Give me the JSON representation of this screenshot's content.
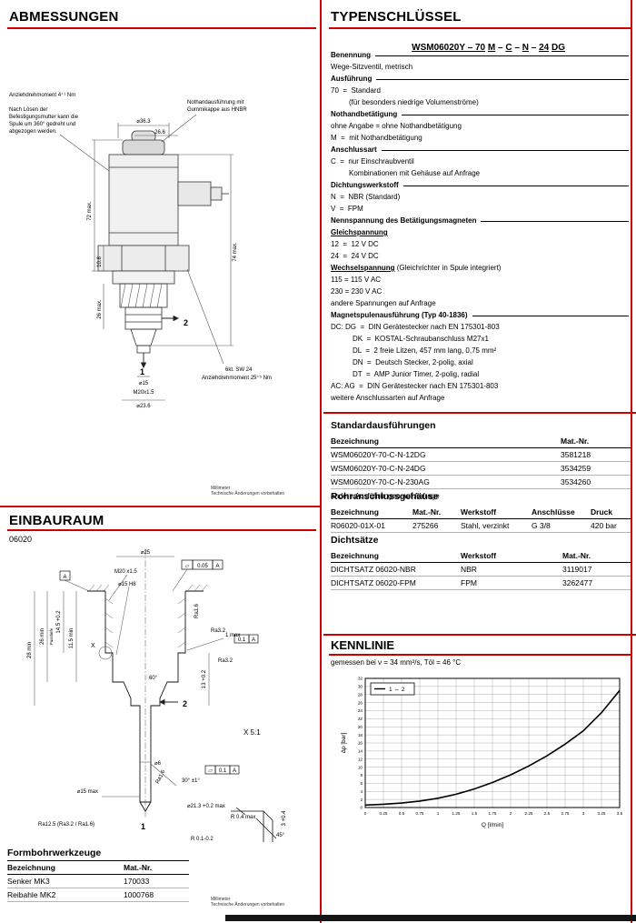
{
  "meta": {
    "accent_red": "#cc0000"
  },
  "left": {
    "abmessungen": {
      "title": "ABMESSUNGEN",
      "labels": {
        "torque_top": "Anziehdrehmoment 4⁺¹ Nm",
        "note_l1": "Nach Lösen der",
        "note_l2": "Befestigungsmutter kann die",
        "note_l3": "Spule um 360° gedreht und",
        "note_l4": "abgezogen werden.",
        "nothand_l1": "Nothandausführung mit",
        "nothand_l2": "Gummikappe aus HNBR",
        "dia_363": "⌀36.3",
        "dim_266": "26.6",
        "h72": "72 max.",
        "h74": "74 max.",
        "h108": "10.8",
        "h26": "26 max.",
        "port2": "2",
        "port1": "1",
        "dia_15": "⌀15",
        "thread": "M20x1.5",
        "dia_236": "⌀23.6",
        "hex_l1": "6kt. SW 24",
        "hex_l2": "Anziehdrehmoment 25⁺⁵ Nm"
      },
      "footnote_l1": "Millimeter",
      "footnote_l2": "Technische Änderungen vorbehalten"
    },
    "einbauraum": {
      "title": "EINBAURAUM",
      "type_code": "06020",
      "labels": {
        "d25": "⌀25",
        "thread": "M20 x1.5",
        "d15h8": "⌀15 H8",
        "flat_sym1": "▱",
        "flat_val1": "0.05",
        "flat_ref1": "A",
        "datumA": "A",
        "ra16_top": "Ra1.6",
        "ra32_a": "Ra3.2",
        "ra32_b": "Ra3.2",
        "detail_x": "X",
        "deg60": "60°",
        "min28": "28 min",
        "min26": "26 min",
        "passtiefe": "Passtiefe",
        "d145": "14.5 +0.2",
        "d115": "11.5 min",
        "d13": "13 +0.2",
        "max1": "1 max",
        "flat_val2": "0.1",
        "flat_ref2": "A",
        "d6": "⌀6",
        "port2": "2",
        "port1": "1",
        "d15max": "⌀15 max",
        "ra16_stem": "Ra1.6",
        "deg30": "30° ±1°",
        "flat_sym3": "▱",
        "flat_val3": "0.1",
        "flat_ref3": "A",
        "d213": "⌀21.3 +0.2 max",
        "ra125": "Ra12.5 (Ra3.2 / Ra1.6)",
        "r04": "R 0.4 max",
        "r0102": "R 0.1-0.2",
        "deg45": "45°",
        "d3": "3 +0.4",
        "detail_scale": "X 5:1"
      },
      "footnote_l1": "Millimeter",
      "footnote_l2": "Technische Änderungen vorbehalten"
    },
    "formbohrwerkzeuge": {
      "title": "Formbohrwerkzeuge",
      "headers": [
        "Bezeichnung",
        "Mat.-Nr."
      ],
      "rows": [
        [
          "Senker MK3",
          "170033"
        ],
        [
          "Reibahle MK2",
          "1000768"
        ]
      ]
    }
  },
  "right": {
    "typenschluessel": {
      "title": "TYPENSCHLÜSSEL",
      "code_parts": [
        {
          "t": "WSM06020Y – 70",
          "u": 1
        },
        {
          "t": " ",
          "u": 0
        },
        {
          "t": "M",
          "u": 1
        },
        {
          "t": " – ",
          "u": 0
        },
        {
          "t": "C",
          "u": 1
        },
        {
          "t": " – ",
          "u": 0
        },
        {
          "t": "N",
          "u": 1
        },
        {
          "t": " – ",
          "u": 0
        },
        {
          "t": "24",
          "u": 1
        },
        {
          "t": " ",
          "u": 0
        },
        {
          "t": "DG",
          "u": 1
        }
      ],
      "lines": [
        {
          "t": "Benennung"
        },
        {
          "t": "Wege-Sitzventil, metrisch"
        },
        {
          "t": "Ausführung"
        },
        {
          "t": "70  =  Standard"
        },
        {
          "t": "(für besonders niedrige Volumenströme)"
        },
        {
          "t": "Nothandbetätigung"
        },
        {
          "t": "ohne Angabe = ohne Nothandbetätigung"
        },
        {
          "t": "M  =  mit Nothandbetätigung"
        },
        {
          "t": "Anschlussart"
        },
        {
          "t": "C  =  nur Einschraubventil"
        },
        {
          "t": "Kombinationen mit Gehäuse auf Anfrage"
        },
        {
          "t": "Dichtungswerkstoff"
        },
        {
          "t": "N  =  NBR (Standard)"
        },
        {
          "t": "V  =  FPM"
        },
        {
          "t": "Nennspannung des Betätigungsmagneten"
        },
        {
          "t": "Gleichspannung",
          "rest": ""
        },
        {
          "t": "12  =  12 V DC"
        },
        {
          "t": "24  =  24 V DC"
        },
        {
          "t": "Wechselspannung",
          "rest": " (Gleichrichter in Spule integriert)"
        },
        {
          "t": "115 = 115 V AC"
        },
        {
          "t": "230 = 230 V AC"
        },
        {
          "t": "andere Spannungen auf Anfrage"
        },
        {
          "t": "Magnetspulenausführung (Typ 40-1836)"
        },
        {
          "t": "DC: DG  =  DIN Gerätestecker nach EN 175301-803"
        },
        {
          "t": "DK  =  KOSTAL-Schraubanschluss M27x1"
        },
        {
          "t": "DL  =  2 freie Litzen, 457 mm lang, 0,75 mm²"
        },
        {
          "t": "DN  =  Deutsch Stecker, 2-polig, axial"
        },
        {
          "t": "DT  =  AMP Junior Timer, 2-polig, radial"
        },
        {
          "t": "AC: AG  =  DIN Gerätestecker nach EN 175301-803"
        },
        {
          "t": "weitere Anschlussarten auf Anfrage"
        }
      ]
    },
    "standard": {
      "title": "Standardausführungen",
      "headers": [
        "Bezeichnung",
        "Mat.-Nr."
      ],
      "rows": [
        [
          "WSM06020Y-70-C-N-12DG",
          "3581218"
        ],
        [
          "WSM06020Y-70-C-N-24DG",
          "3534259"
        ],
        [
          "WSM06020Y-70-C-N-230AG",
          "3534260"
        ]
      ],
      "note": "andere Ausführungen auf Anfrage"
    },
    "rohranschluss": {
      "title": "Rohranschlussgehäuse",
      "headers": [
        "Bezeichnung",
        "Mat.-Nr.",
        "Werkstoff",
        "Anschlüsse",
        "Druck"
      ],
      "rows": [
        [
          "R06020-01X-01",
          "275266",
          "Stahl, verzinkt",
          "G 3/8",
          "420 bar"
        ]
      ]
    },
    "dichtsaetze": {
      "title": "Dichtsätze",
      "headers": [
        "Bezeichnung",
        "Werkstoff",
        "Mat.-Nr."
      ],
      "rows": [
        [
          "DICHTSATZ 06020-NBR",
          "NBR",
          "3119017"
        ],
        [
          "DICHTSATZ 06020-FPM",
          "FPM",
          "3262477"
        ]
      ]
    },
    "kennlinie": {
      "title": "KENNLINIE",
      "subtitle": "gemessen bei ν = 34 mm²/s, Töl = 46 °C"
    }
  },
  "chart_data": {
    "type": "line",
    "title": "KENNLINIE",
    "subtitle": "gemessen bei ν = 34 mm²/s, Töl = 46 °C",
    "xlabel": "Q [l/min]",
    "ylabel": "Δp [bar]",
    "xlim": [
      0,
      3.5
    ],
    "ylim": [
      0,
      32
    ],
    "x_minor": 0.25,
    "y_minor": 2,
    "x_ticks": [
      0,
      0.25,
      0.5,
      0.75,
      1,
      1.25,
      1.5,
      1.75,
      2,
      2.25,
      2.5,
      2.75,
      3,
      3.25,
      3.5
    ],
    "y_ticks": [
      0,
      2,
      4,
      6,
      8,
      10,
      12,
      14,
      16,
      18,
      20,
      22,
      24,
      26,
      28,
      30,
      32
    ],
    "grid": true,
    "legend": [
      "1 ⇔ 2"
    ],
    "legend_position": "top-left",
    "series": [
      {
        "name": "1 ⇔ 2",
        "x": [
          0,
          0.25,
          0.5,
          0.75,
          1,
          1.25,
          1.5,
          1.75,
          2,
          2.25,
          2.5,
          2.75,
          3,
          3.25,
          3.5
        ],
        "y": [
          0.6,
          0.8,
          1.1,
          1.6,
          2.3,
          3.3,
          4.6,
          6.2,
          8.1,
          10.3,
          12.8,
          15.7,
          19.0,
          23.5,
          29.0
        ]
      }
    ]
  }
}
